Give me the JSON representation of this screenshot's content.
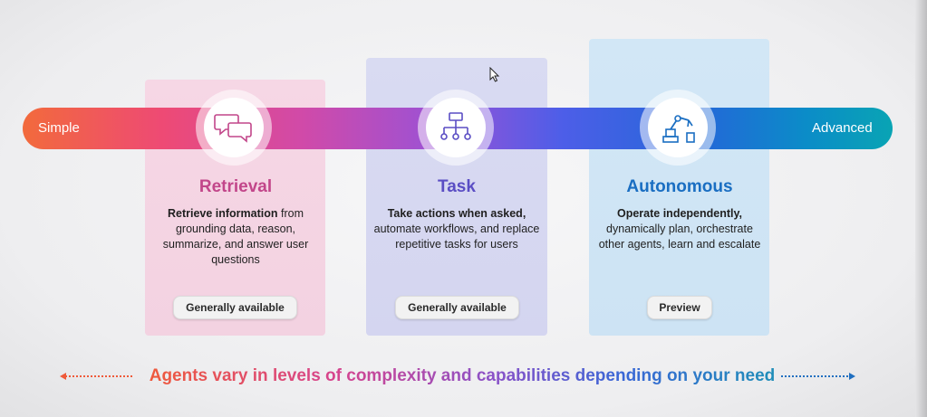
{
  "scale": {
    "left_label": "Simple",
    "right_label": "Advanced"
  },
  "cards": [
    {
      "title": "Retrieval",
      "icon": "chat-bubbles-icon",
      "desc_bold": "Retrieve information",
      "desc_rest": "from grounding data, reason, summarize, and answer user questions",
      "badge": "Generally available",
      "color": "#c2468a"
    },
    {
      "title": "Task",
      "icon": "workflow-icon",
      "desc_bold": "Take actions when asked,",
      "desc_rest": "automate workflows, and replace repetitive tasks for users",
      "badge": "Generally available",
      "color": "#5a4dc4"
    },
    {
      "title": "Autonomous",
      "icon": "robot-arm-icon",
      "desc_bold": "Operate independently,",
      "desc_rest": "dynamically plan, orchestrate other agents, learn and escalate",
      "badge": "Preview",
      "color": "#1a6ec2"
    }
  ],
  "footer": "Agents vary in levels of complexity and capabilities depending on your need"
}
